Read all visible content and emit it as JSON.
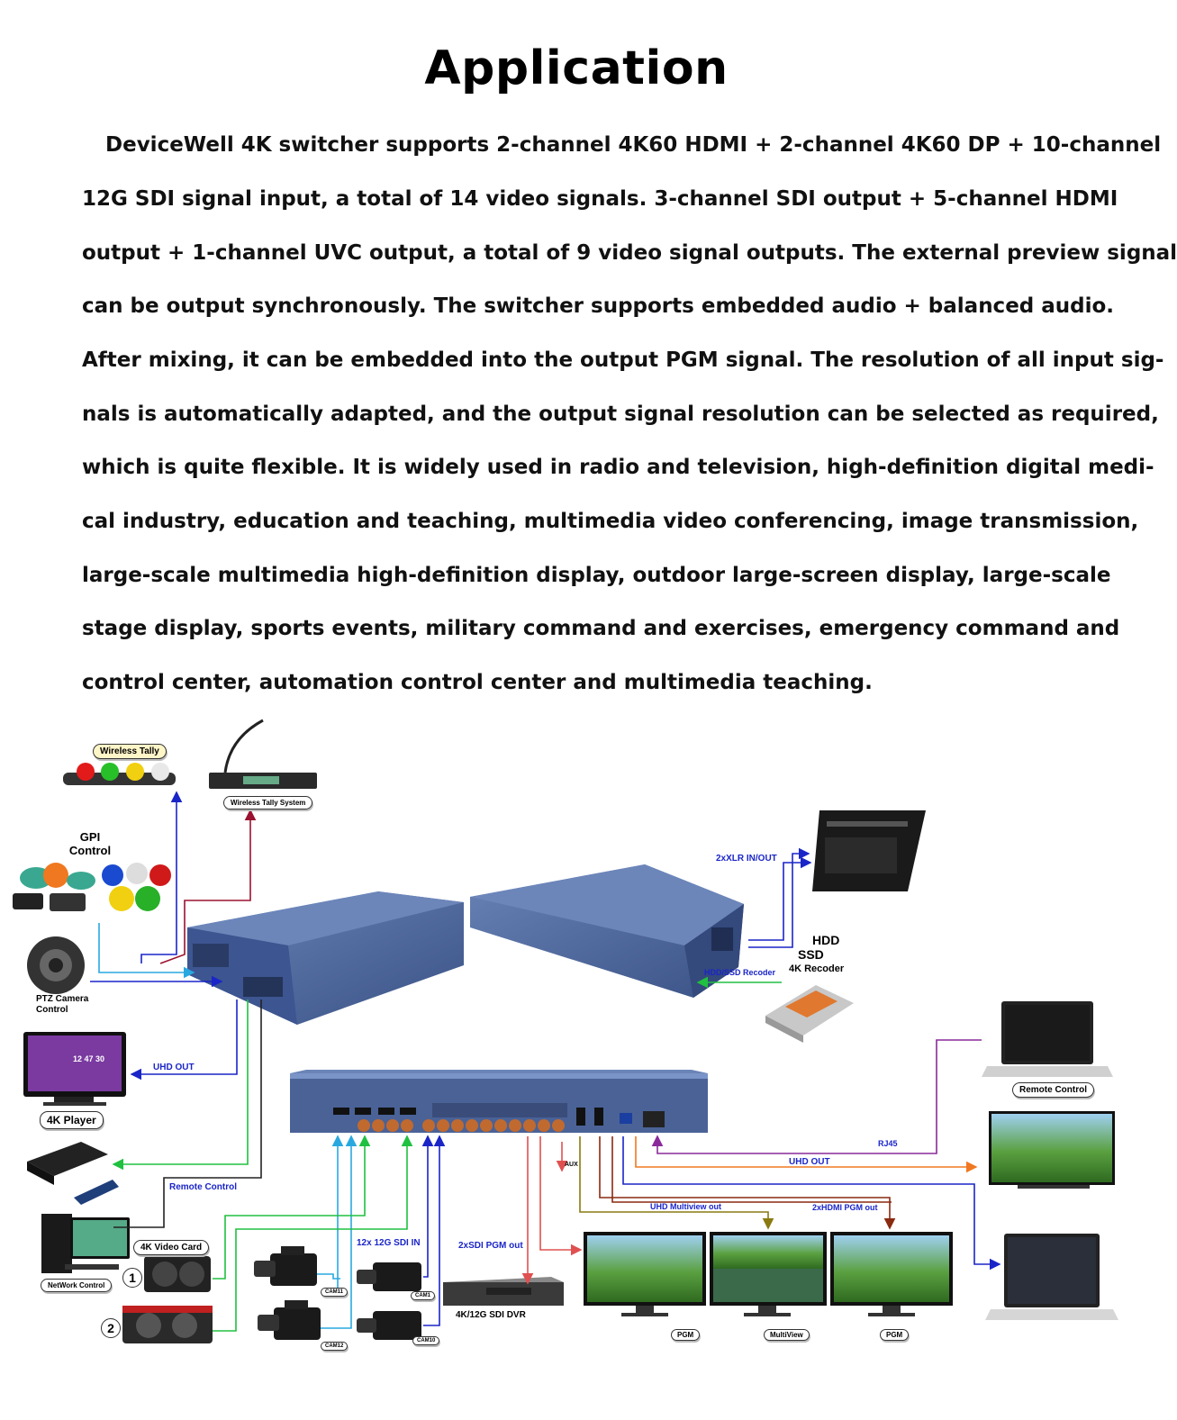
{
  "heading": "Application",
  "paragraph_lines": [
    "DeviceWell 4K switcher supports 2-channel 4K60 HDMI + 2-channel 4K60 DP + 10-channel",
    "12G SDI signal input, a total of 14 video signals. 3-channel SDI output + 5-channel HDMI",
    "output + 1-channel UVC output, a total of 9 video signal outputs. The external preview signal",
    "can be output synchronously. The switcher supports embedded audio + balanced audio.",
    "After mixing, it can be embedded into the output PGM signal. The resolution of all input sig-",
    "nals is automatically adapted, and the output signal resolution can be selected as required,",
    "which is quite flexible. It is widely used in radio and television, high-definition digital medi-",
    "cal industry, education and teaching, multimedia video conferencing, image transmission,",
    "large-scale multimedia high-definition display, outdoor large-screen display, large-scale",
    "stage display, sports events, military command and exercises, emergency command and",
    "control center, automation control center and multimedia teaching."
  ],
  "diagram": {
    "wireless_tally": "Wireless Tally",
    "wireless_tally_system": "Wireless Tally System",
    "gpi_control": "GPI Control",
    "ptz_camera_control": "PTZ Camera Control",
    "uhd_out_left": "UHD OUT",
    "player_4k": "4K Player",
    "remote_control_link": "Remote Control",
    "video_card_4k": "4K Video Card",
    "network_control": "NetWork Control",
    "card_1": "1",
    "card_2": "2",
    "cam11": "CAM11",
    "cam12": "CAM12",
    "cam1": "CAM1",
    "cam10": "CAM10",
    "sdi_in": "12x 12G SDI IN",
    "sdi_pgm_out": "2xSDI PGM out",
    "aux": "AUX",
    "sdi_dvr": "4K/12G SDI DVR",
    "xlr": "2xXLR IN/OUT",
    "hdd": "HDD",
    "ssd": "SSD",
    "recorder_4k": "4K Recoder",
    "hdd_ssd_recorder": "HDD/SSD Recoder",
    "remote_control_pc": "Remote Control",
    "rj45": "RJ45",
    "uhd_out_right": "UHD OUT",
    "uhd_multiview_out": "UHD Multiview out",
    "hdmi_pgm_out": "2xHDMI PGM out",
    "pgm_left": "PGM",
    "multiview": "MultiView",
    "pgm_right": "PGM",
    "clock_display": "12 47 30"
  },
  "colors": {
    "device_body": "#4a6296",
    "label_blue": "#1a25c8",
    "line_blue": "#1a25c8",
    "line_red": "#9b1230",
    "line_cyan": "#29a8e0",
    "line_green": "#20c040",
    "line_orange": "#f07820",
    "line_purple": "#8a2a9a",
    "line_olive": "#8a7a10",
    "line_brown": "#8a2a10"
  }
}
